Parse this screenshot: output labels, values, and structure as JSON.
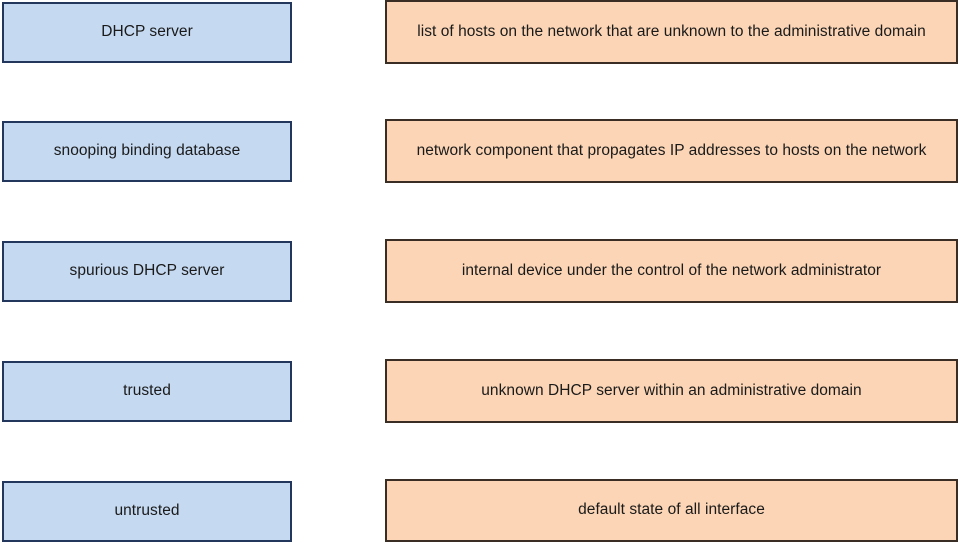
{
  "page": {
    "type": "matching-exercise",
    "title": "DHCP snooping terminology matching",
    "background_color": "#ffffff"
  },
  "colors": {
    "term_fill": "#c5d9f1",
    "term_border": "#23375c",
    "definition_fill": "#fbd5b5",
    "definition_border": "#3a2d24",
    "text": "#1a1a1a"
  },
  "columns": {
    "terms": {
      "name": "terms-column",
      "items": [
        {
          "label": "DHCP server"
        },
        {
          "label": "snooping binding database"
        },
        {
          "label": "spurious DHCP server"
        },
        {
          "label": "trusted"
        },
        {
          "label": "untrusted"
        }
      ]
    },
    "definitions": {
      "name": "definitions-column",
      "items": [
        {
          "label": "list of hosts on the network that are unknown to the administrative domain"
        },
        {
          "label": "network component that propagates IP addresses to hosts on the network"
        },
        {
          "label": "internal device under the control of the network administrator"
        },
        {
          "label": "unknown DHCP server within an administrative domain"
        },
        {
          "label": "default state of all interface"
        }
      ]
    }
  }
}
